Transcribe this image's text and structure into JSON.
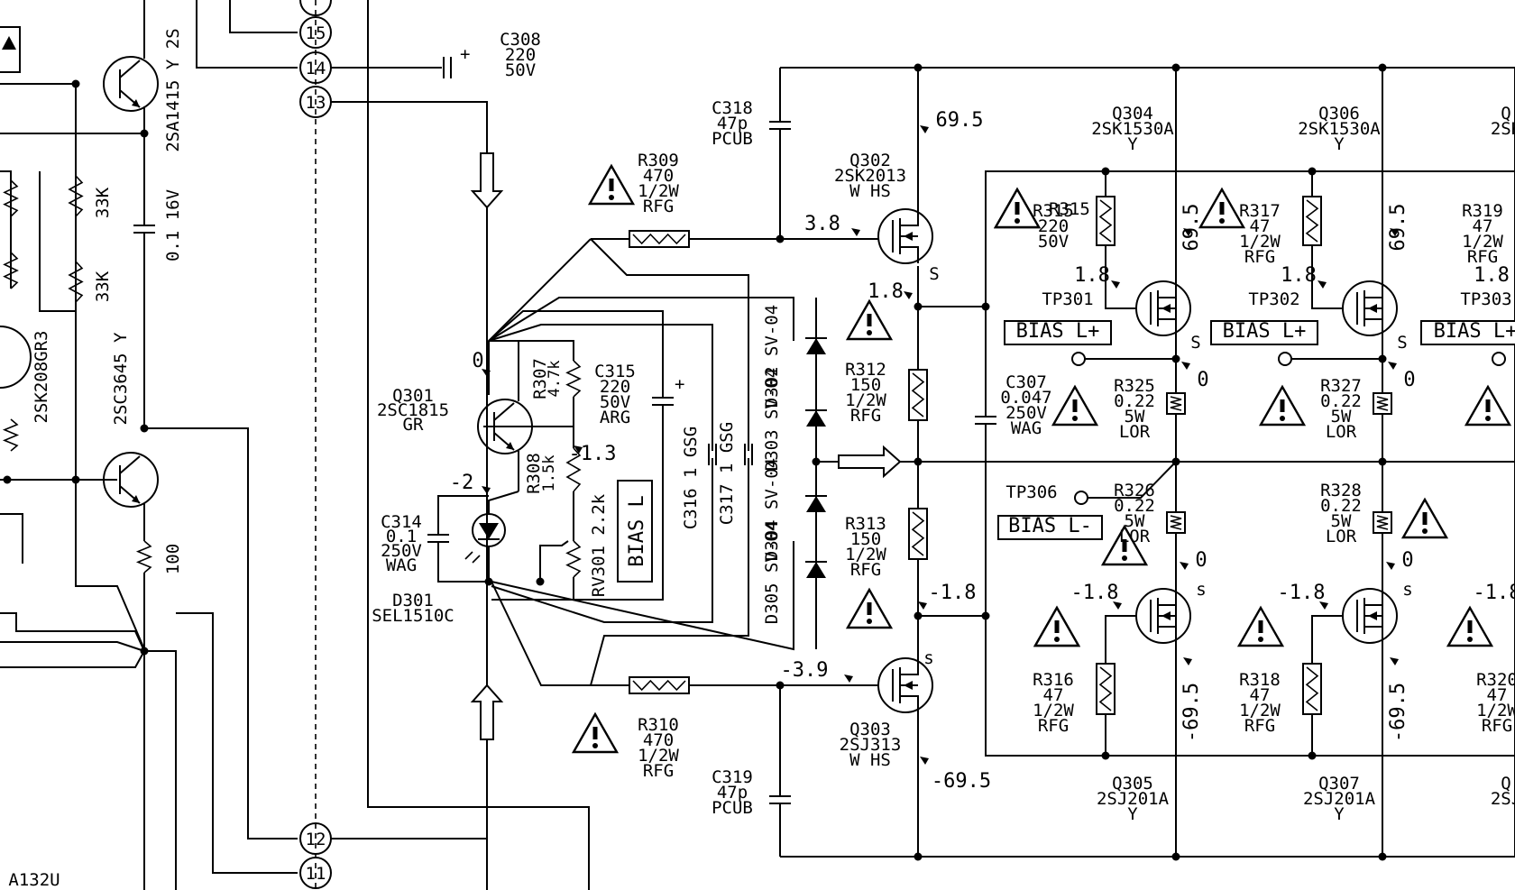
{
  "connectors": [
    "15",
    "14",
    "13",
    "12",
    "11"
  ],
  "c308": [
    "C308",
    "220",
    "50V"
  ],
  "c318": [
    "C318",
    "47p",
    "PCUB"
  ],
  "c319": [
    "C319",
    "47p",
    "PCUB"
  ],
  "r309": [
    "R309",
    "470",
    "1/2W",
    "RFG"
  ],
  "r310": [
    "R310",
    "470",
    "1/2W",
    "RFG"
  ],
  "q301": [
    "Q301",
    "2SC1815",
    "GR"
  ],
  "r307": [
    "R307",
    "4.7k"
  ],
  "r308": [
    "R308",
    "1.5k"
  ],
  "c315": [
    "C315",
    "220",
    "50V",
    "ARG"
  ],
  "c316": "C316 1 GSG",
  "c317": "C317 1 GSG",
  "rv301": "RV301 2.2k",
  "bias_l": "BIAS L",
  "c314": [
    "C314",
    "0.1",
    "250V",
    "WAG"
  ],
  "d301": [
    "D301",
    "SEL1510C"
  ],
  "diodes": [
    "D302 SV-04",
    "D303 SV-04",
    "D304 SV-04",
    "D305 SV-04"
  ],
  "r312": [
    "R312",
    "150",
    "1/2W",
    "RFG"
  ],
  "r313": [
    "R313",
    "150",
    "1/2W",
    "RFG"
  ],
  "q302": [
    "Q302",
    "2SK2013",
    "W HS"
  ],
  "q303": [
    "Q303",
    "2SJ313",
    "W HS"
  ],
  "q304": [
    "Q304",
    "2SK1530A",
    "Y"
  ],
  "q306": [
    "Q306",
    "2SK1530A",
    "Y"
  ],
  "q308_partial": [
    "Q",
    "2SK"
  ],
  "q305": [
    "Q305",
    "2SJ201A",
    "Y"
  ],
  "q307": [
    "Q307",
    "2SJ201A",
    "Y"
  ],
  "q309_partial": [
    "Q",
    "2SJ"
  ],
  "r315": [
    "R315",
    "220",
    "50V"
  ],
  "r317": [
    "R317",
    "47",
    "1/2W",
    "RFG"
  ],
  "r319": [
    "R319",
    "47",
    "1/2W",
    "RFG"
  ],
  "r316": [
    "R316",
    "47",
    "1/2W",
    "RFG"
  ],
  "r318": [
    "R318",
    "47",
    "1/2W",
    "RFG"
  ],
  "r320": [
    "R320",
    "47",
    "1/2W",
    "RFG"
  ],
  "r325": [
    "R325",
    "0.22",
    "5W",
    "LOR"
  ],
  "r327": [
    "R327",
    "0.22",
    "5W",
    "LOR"
  ],
  "r326": [
    "R326",
    "0.22",
    "5W",
    "LOR"
  ],
  "r328": [
    "R328",
    "0.22",
    "5W",
    "LOR"
  ],
  "c307": [
    "C307",
    "0.047",
    "250V",
    "WAG"
  ],
  "tp": [
    "TP301",
    "TP302",
    "TP303",
    "TP306"
  ],
  "bias_lplus": "BIAS L+",
  "bias_lminus": "BIAS L-",
  "voltages": {
    "v695": "69.5",
    "vm695": "-69.5",
    "v38": "3.8",
    "v18": "1.8",
    "vm18": "-1.8",
    "vm39": "-3.9",
    "v0": "0",
    "vm13": "-1.3",
    "vm2": "-2"
  },
  "pin_s": "S",
  "pin_s_small": "s",
  "left": {
    "q_2sa1415": "2SA1415 Y 2S",
    "q_2sc3645": "2SC3645 Y",
    "q_2sk208": "2SK208GR3",
    "r33k": "33K",
    "c_01_16v": "0.1 16V",
    "r100": "100",
    "ic": "A132U"
  }
}
